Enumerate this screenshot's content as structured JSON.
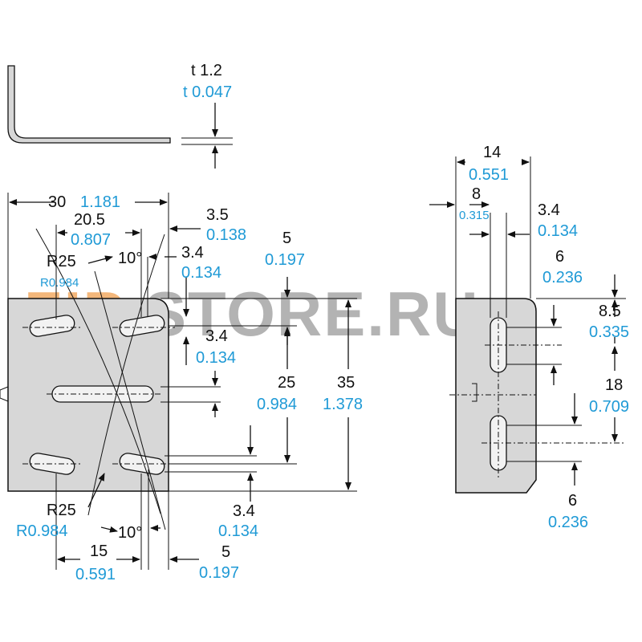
{
  "colors": {
    "metric": "#111111",
    "imperial": "#1f9ad6",
    "part_fill": "#d7d7d7",
    "watermark_orange": "#f0a050",
    "watermark_gray": "#9a9a9a"
  },
  "watermark": {
    "part1": "ZIP",
    "part2": "STORE.RU"
  },
  "dimensions": {
    "thickness": {
      "metric": "t 1.2",
      "imperial": "t 0.047"
    },
    "width_30": {
      "metric": "30",
      "imperial": "1.181"
    },
    "span_20_5": {
      "metric": "20.5",
      "imperial": "0.807"
    },
    "right_3_5": {
      "metric": "3.5",
      "imperial": "0.138"
    },
    "angle_top": {
      "metric": "10°"
    },
    "slot_3_4_a": {
      "metric": "3.4",
      "imperial": "0.134"
    },
    "top_5": {
      "metric": "5",
      "imperial": "0.197"
    },
    "radius_top": {
      "metric": "R25",
      "imperial": "R0.984"
    },
    "slot_3_4_b": {
      "metric": "3.4",
      "imperial": "0.134"
    },
    "height_25": {
      "metric": "25",
      "imperial": "0.984"
    },
    "height_35": {
      "metric": "35",
      "imperial": "1.378"
    },
    "slot_3_4_c": {
      "metric": "3.4",
      "imperial": "0.134"
    },
    "radius_bottom": {
      "metric": "R25",
      "imperial": "R0.984"
    },
    "angle_bottom": {
      "metric": "10°"
    },
    "span_15": {
      "metric": "15",
      "imperial": "0.591"
    },
    "bottom_5": {
      "metric": "5",
      "imperial": "0.197"
    },
    "side_14": {
      "metric": "14",
      "imperial": "0.551"
    },
    "side_8": {
      "metric": "8",
      "imperial": "0.315"
    },
    "side_3_4": {
      "metric": "3.4",
      "imperial": "0.134"
    },
    "side_6_top": {
      "metric": "6",
      "imperial": "0.236"
    },
    "side_8_5": {
      "metric": "8.5",
      "imperial": "0.335"
    },
    "side_18": {
      "metric": "18",
      "imperial": "0.709"
    },
    "side_6_bottom": {
      "metric": "6",
      "imperial": "0.236"
    }
  }
}
